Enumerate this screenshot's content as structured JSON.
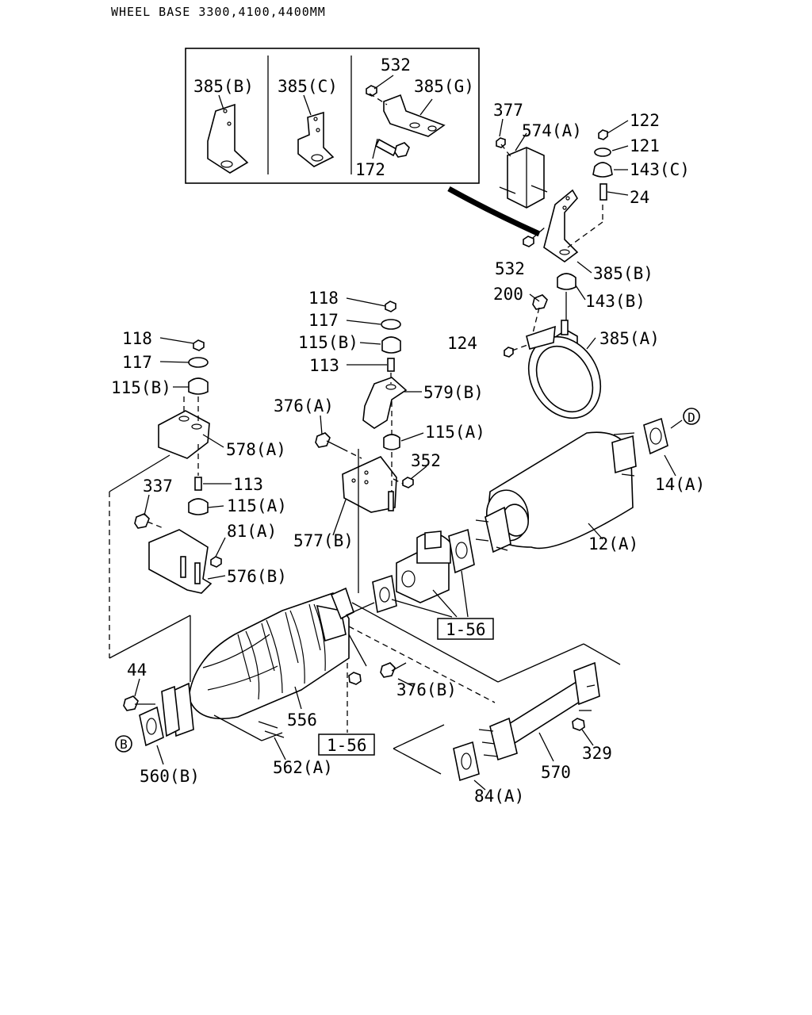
{
  "title": "WHEEL BASE 3300,4100,4400MM",
  "inset_labels": {
    "b385b": "385(B)",
    "b385c": "385(C)",
    "p532": "532",
    "b385g": "385(G)",
    "p172": "172"
  },
  "part_labels": {
    "p377": "377",
    "p574a": "574(A)",
    "p122": "122",
    "p121": "121",
    "p143c": "143(C)",
    "p24": "24",
    "p532b": "532",
    "p385b2": "385(B)",
    "p200": "200",
    "p143b": "143(B)",
    "p124": "124",
    "p385a": "385(A)",
    "p118a": "118",
    "p117a": "117",
    "p115ba": "115(B)",
    "p113a": "113",
    "p579b": "579(B)",
    "p376a": "376(A)",
    "p115aa": "115(A)",
    "p352": "352",
    "p577b": "577(B)",
    "p118b": "118",
    "p117b": "117",
    "p115bb": "115(B)",
    "p578a": "578(A)",
    "p113b": "113",
    "p337": "337",
    "p115ab": "115(A)",
    "p81a": "81(A)",
    "p576b": "576(B)",
    "p14a": "14(A)",
    "p12a": "12(A)",
    "ref156a": "1-56",
    "p376b": "376(B)",
    "p44": "44",
    "p556": "556",
    "ref156b": "1-56",
    "p562a": "562(A)",
    "p560b": "560(B)",
    "p329": "329",
    "p570": "570",
    "p84a": "84(A)"
  },
  "callouts": {
    "d": "D",
    "b": "B"
  }
}
